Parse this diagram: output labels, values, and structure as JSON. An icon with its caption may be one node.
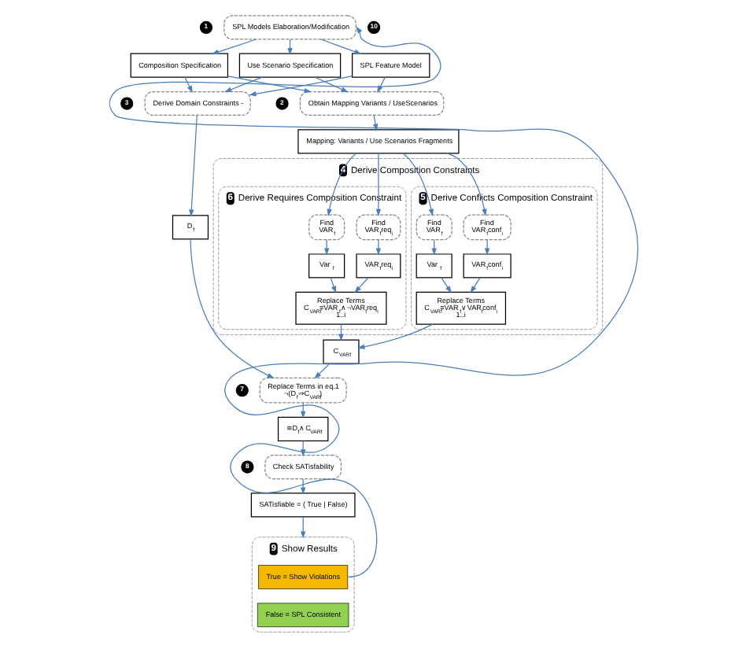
{
  "diagram": {
    "nodes": [
      {
        "text": [
          "SPL Models Elaboration/Modification"
        ],
        "beside": [
          "1",
          "10"
        ]
      },
      {
        "text": [
          "Composition Specification"
        ]
      },
      {
        "text": [
          "Use Scenario Specification"
        ]
      },
      {
        "text": [
          "SPL Feature Model"
        ]
      },
      {
        "text": [
          "Obtain Mapping Variants / UseScenarios"
        ],
        "beside": [
          "2"
        ]
      },
      {
        "text": [
          "Derive Domain Constraints -"
        ],
        "beside": [
          "3"
        ]
      },
      {
        "text": [
          "Mapping: Variants / Use Scenarios Fragments"
        ]
      },
      {
        "text": [
          "Derive Composition Constraints"
        ],
        "beside": [
          "4"
        ]
      },
      {
        "text": [
          "Derive Conflicts Composition Constraint"
        ],
        "beside": [
          "5"
        ],
        "in": 7
      },
      {
        "text": [
          "Find",
          "VAR$_{f}$"
        ],
        "in": 8
      },
      {
        "text": [
          "Find",
          "VAR$_{f}$conf$_{i}$"
        ],
        "in": 8
      },
      {
        "text": [
          "Var $_{f}$"
        ],
        "in": 8
      },
      {
        "text": [
          "VAR$_{f}$conf$_{i}$"
        ],
        "in": 8
      },
      {
        "text": [
          "Replace Terms",
          "C$_{VARf}$≡VAR$_{f}$∨VAR$_{f}$conf$_{i}$",
          "1..i"
        ],
        "in": 8
      },
      {
        "text": [
          "Derive Requires Composition Constraint"
        ],
        "beside": [
          "6"
        ],
        "in": 7
      },
      {
        "text": [
          "Find",
          "VAR$_{f}$"
        ],
        "in": 14
      },
      {
        "text": [
          "Find",
          "VAR$_{f}$req$_{i}$"
        ],
        "in": 14
      },
      {
        "text": [
          "Var $_{f}$"
        ],
        "in": 14
      },
      {
        "text": [
          "VAR$_{f}$req$_{i}$"
        ],
        "in": 14
      },
      {
        "text": [
          "Replace Terms",
          "C$_{VARf}$≡VAR$_{f}$∧¬VAR$_{f}$req$_{i}$",
          "1..i"
        ],
        "in": 14
      },
      {
        "text": [
          "D$_{f}$"
        ]
      },
      {
        "text": [
          "C$_{VARf}$"
        ]
      },
      {
        "text": [
          "Replace Terms in eq.1",
          "¬(D$_{f}$⇒C$_{VARf}$)"
        ],
        "beside": [
          "7"
        ]
      },
      {
        "text": [
          "≅D$_{f}$∧C$_{VARf}$"
        ]
      },
      {
        "text": [
          "Check SATisfability"
        ],
        "beside": [
          "8"
        ]
      },
      {
        "text": [
          "SATisfiable = ( True | False)"
        ]
      },
      {
        "text": [
          "Show Results"
        ],
        "beside": [
          "9"
        ]
      },
      {
        "text": [
          "True = Show Violations"
        ],
        "in": 26
      },
      {
        "text": [
          "False = SPL Consistent"
        ],
        "in": 26
      }
    ],
    "edges": [
      {
        "from": 0,
        "to": 1,
        "arrow": "to"
      },
      {
        "from": 0,
        "to": 2,
        "arrow": "to"
      },
      {
        "from": 0,
        "to": 3,
        "arrow": "to"
      },
      {
        "from": 1,
        "to": 4,
        "arrow": "to"
      },
      {
        "from": 2,
        "to": 4,
        "arrow": "to"
      },
      {
        "from": 3,
        "to": 4,
        "arrow": "to"
      },
      {
        "from": 1,
        "to": 5,
        "arrow": "to"
      },
      {
        "from": 2,
        "to": 5,
        "arrow": "to"
      },
      {
        "from": 3,
        "to": 5,
        "arrow": "to"
      },
      {
        "from": 4,
        "to": 6,
        "arrow": "to"
      },
      {
        "from": 5,
        "to": 20,
        "arrow": "to"
      },
      {
        "from": 6,
        "to": 9,
        "arrow": "to"
      },
      {
        "from": 6,
        "to": 10,
        "arrow": "to"
      },
      {
        "from": 6,
        "to": 15,
        "arrow": "to"
      },
      {
        "from": 6,
        "to": 16,
        "arrow": "to"
      },
      {
        "from": 9,
        "to": 11,
        "arrow": "to"
      },
      {
        "from": 10,
        "to": 12,
        "arrow": "to"
      },
      {
        "from": 11,
        "to": 13,
        "arrow": "to"
      },
      {
        "from": 12,
        "to": 13,
        "arrow": "to"
      },
      {
        "from": 15,
        "to": 17,
        "arrow": "to"
      },
      {
        "from": 16,
        "to": 18,
        "arrow": "to"
      },
      {
        "from": 17,
        "to": 19,
        "arrow": "to"
      },
      {
        "from": 18,
        "to": 19,
        "arrow": "to"
      },
      {
        "from": 13,
        "to": 21,
        "arrow": "to"
      },
      {
        "from": 19,
        "to": 21,
        "arrow": "to"
      },
      {
        "from": 20,
        "to": 22,
        "arrow": "to"
      },
      {
        "from": 21,
        "to": 22,
        "arrow": "to"
      },
      {
        "from": 22,
        "to": 23,
        "arrow": "to"
      },
      {
        "from": 23,
        "to": 24,
        "arrow": "to"
      },
      {
        "from": 24,
        "to": 25,
        "arrow": "to"
      },
      {
        "from": 25,
        "to": 26,
        "arrow": "to"
      },
      {
        "from": 27,
        "to": 0,
        "arrow": "to"
      }
    ]
  }
}
